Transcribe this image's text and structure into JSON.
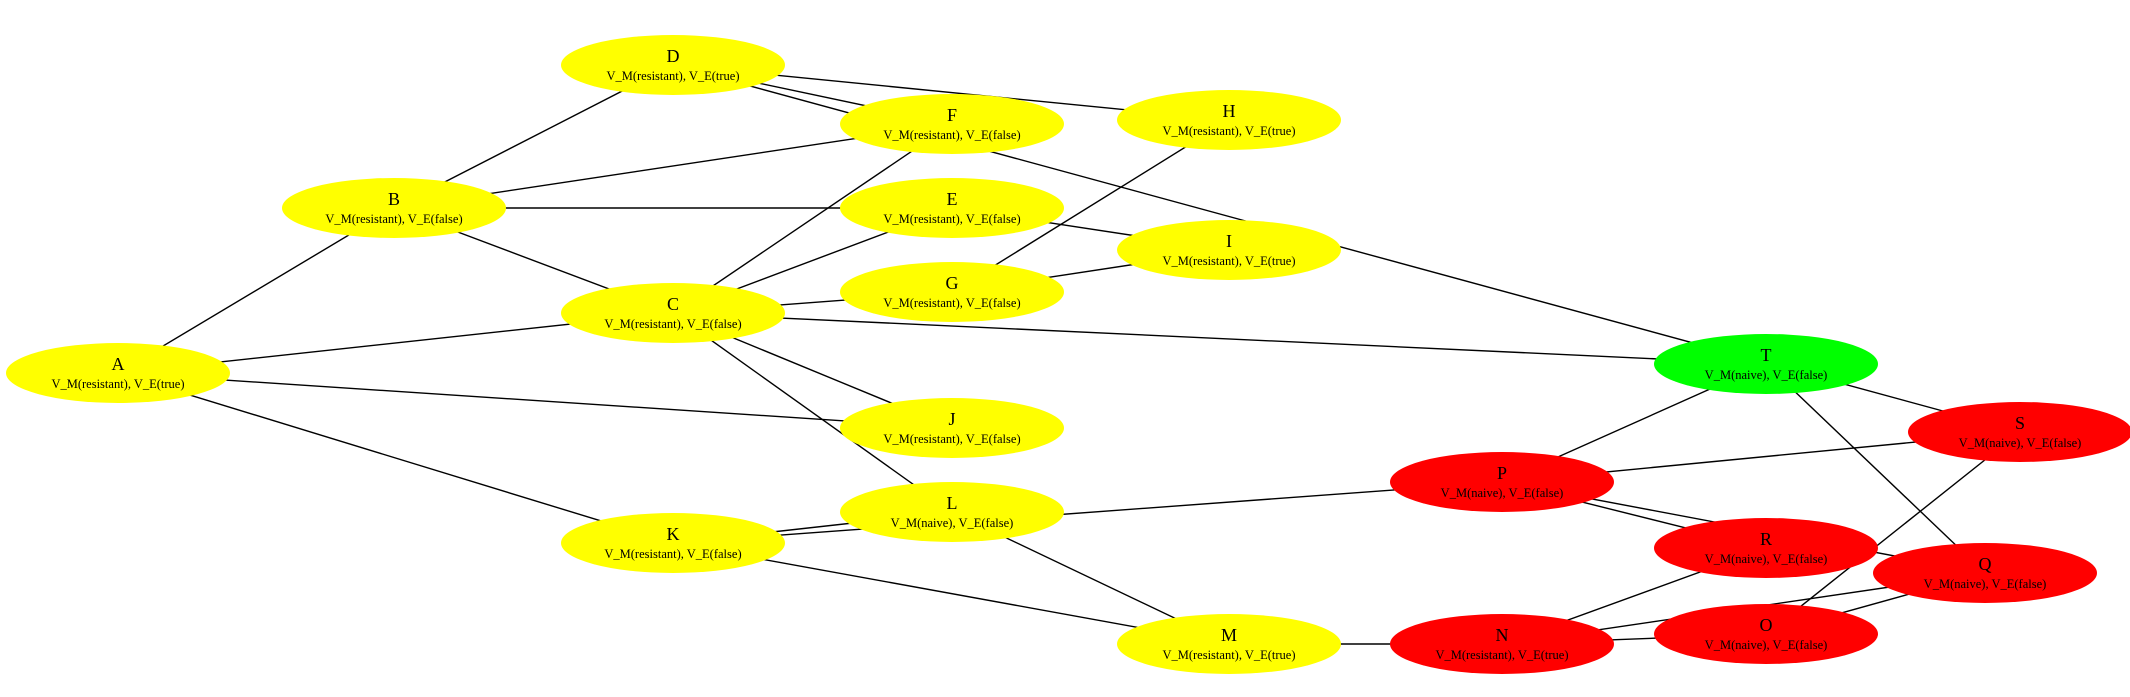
{
  "colors": {
    "yellow": "#ffff00",
    "red": "#ff0000",
    "green": "#00ff00",
    "edge": "#000000"
  },
  "nodes": [
    {
      "id": "A",
      "title": "A",
      "label": "V_M(resistant), V_E(true)",
      "color": "#ffff00"
    },
    {
      "id": "B",
      "title": "B",
      "label": "V_M(resistant), V_E(false)",
      "color": "#ffff00"
    },
    {
      "id": "C",
      "title": "C",
      "label": "V_M(resistant), V_E(false)",
      "color": "#ffff00"
    },
    {
      "id": "D",
      "title": "D",
      "label": "V_M(resistant), V_E(true)",
      "color": "#ffff00"
    },
    {
      "id": "E",
      "title": "E",
      "label": "V_M(resistant), V_E(false)",
      "color": "#ffff00"
    },
    {
      "id": "F",
      "title": "F",
      "label": "V_M(resistant), V_E(false)",
      "color": "#ffff00"
    },
    {
      "id": "G",
      "title": "G",
      "label": "V_M(resistant), V_E(false)",
      "color": "#ffff00"
    },
    {
      "id": "H",
      "title": "H",
      "label": "V_M(resistant), V_E(true)",
      "color": "#ffff00"
    },
    {
      "id": "I",
      "title": "I",
      "label": "V_M(resistant), V_E(true)",
      "color": "#ffff00"
    },
    {
      "id": "J",
      "title": "J",
      "label": "V_M(resistant), V_E(false)",
      "color": "#ffff00"
    },
    {
      "id": "K",
      "title": "K",
      "label": "V_M(resistant), V_E(false)",
      "color": "#ffff00"
    },
    {
      "id": "L",
      "title": "L",
      "label": "V_M(naive), V_E(false)",
      "color": "#ffff00"
    },
    {
      "id": "M",
      "title": "M",
      "label": "V_M(resistant), V_E(true)",
      "color": "#ffff00"
    },
    {
      "id": "N",
      "title": "N",
      "label": "V_M(resistant), V_E(true)",
      "color": "#ff0000"
    },
    {
      "id": "O",
      "title": "O",
      "label": "V_M(naive), V_E(false)",
      "color": "#ff0000"
    },
    {
      "id": "P",
      "title": "P",
      "label": "V_M(naive), V_E(false)",
      "color": "#ff0000"
    },
    {
      "id": "Q",
      "title": "Q",
      "label": "V_M(naive), V_E(false)",
      "color": "#ff0000"
    },
    {
      "id": "R",
      "title": "R",
      "label": "V_M(naive), V_E(false)",
      "color": "#ff0000"
    },
    {
      "id": "S",
      "title": "S",
      "label": "V_M(naive), V_E(false)",
      "color": "#ff0000"
    },
    {
      "id": "T",
      "title": "T",
      "label": "V_M(naive), V_E(false)",
      "color": "#00ff00"
    }
  ],
  "edges": [
    [
      "A",
      "B"
    ],
    [
      "A",
      "C"
    ],
    [
      "A",
      "J"
    ],
    [
      "A",
      "K"
    ],
    [
      "B",
      "D"
    ],
    [
      "B",
      "F"
    ],
    [
      "B",
      "E"
    ],
    [
      "B",
      "C"
    ],
    [
      "C",
      "F"
    ],
    [
      "C",
      "E"
    ],
    [
      "C",
      "G"
    ],
    [
      "C",
      "J"
    ],
    [
      "C",
      "L"
    ],
    [
      "C",
      "T"
    ],
    [
      "D",
      "F"
    ],
    [
      "D",
      "H"
    ],
    [
      "D",
      "S"
    ],
    [
      "E",
      "I"
    ],
    [
      "G",
      "I"
    ],
    [
      "G",
      "H"
    ],
    [
      "K",
      "L"
    ],
    [
      "K",
      "M"
    ],
    [
      "K",
      "P"
    ],
    [
      "L",
      "M"
    ],
    [
      "M",
      "N"
    ],
    [
      "N",
      "O"
    ],
    [
      "N",
      "R"
    ],
    [
      "N",
      "Q"
    ],
    [
      "O",
      "S"
    ],
    [
      "O",
      "Q"
    ],
    [
      "P",
      "T"
    ],
    [
      "P",
      "S"
    ],
    [
      "P",
      "R"
    ],
    [
      "P",
      "Q"
    ],
    [
      "T",
      "Q"
    ]
  ]
}
